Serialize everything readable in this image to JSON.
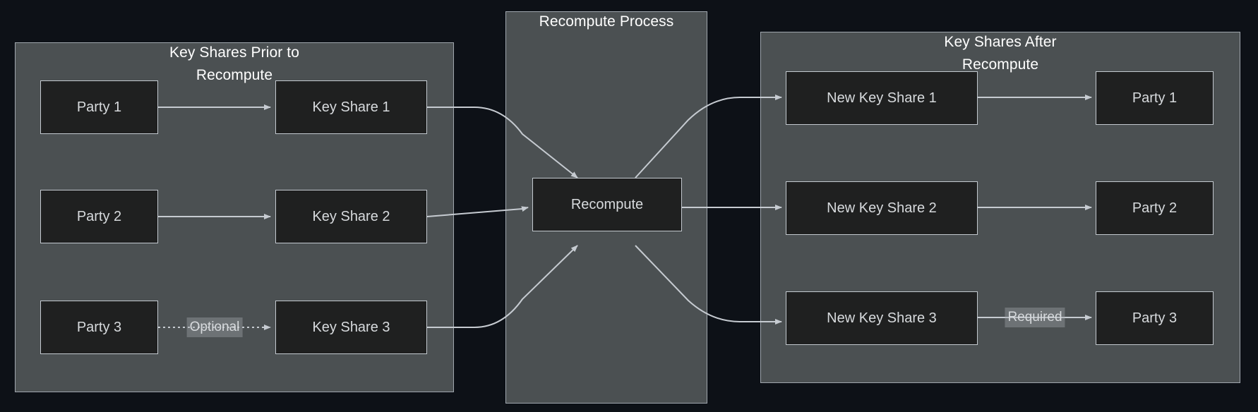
{
  "diagram": {
    "type": "flowchart",
    "background_color": "#0d1117",
    "cluster_fill": "#4b5052",
    "cluster_stroke": "#9fa6ad",
    "node_fill": "#1f2020",
    "node_stroke": "#c3c9cf",
    "node_text_color": "#d7dadd",
    "edge_color": "#c6cbd1",
    "title_color": "#ffffff"
  },
  "clusters": [
    {
      "id": "prior",
      "title": "Key Shares Prior to\nRecompute"
    },
    {
      "id": "process",
      "title": "Recompute Process"
    },
    {
      "id": "after",
      "title": "Key Shares After\nRecompute"
    }
  ],
  "nodes": {
    "prior_parties": [
      {
        "id": "party1",
        "label": "Party 1"
      },
      {
        "id": "party2",
        "label": "Party 2"
      },
      {
        "id": "party3",
        "label": "Party 3"
      }
    ],
    "prior_shares": [
      {
        "id": "share1",
        "label": "Key Share 1"
      },
      {
        "id": "share2",
        "label": "Key Share 2"
      },
      {
        "id": "share3",
        "label": "Key Share 3"
      }
    ],
    "process": [
      {
        "id": "recompute",
        "label": "Recompute"
      }
    ],
    "new_shares": [
      {
        "id": "newshare1",
        "label": "New Key Share 1"
      },
      {
        "id": "newshare2",
        "label": "New Key Share 2"
      },
      {
        "id": "newshare3",
        "label": "New Key Share 3"
      }
    ],
    "after_parties": [
      {
        "id": "afterparty1",
        "label": "Party 1"
      },
      {
        "id": "afterparty2",
        "label": "Party 2"
      },
      {
        "id": "afterparty3",
        "label": "Party 3"
      }
    ]
  },
  "edge_labels": [
    {
      "id": "optional",
      "label": "Optional",
      "style": "dotted",
      "from": "party3",
      "to": "share3"
    },
    {
      "id": "required",
      "label": "Required",
      "style": "solid",
      "from": "newshare3",
      "to": "afterparty3"
    }
  ]
}
